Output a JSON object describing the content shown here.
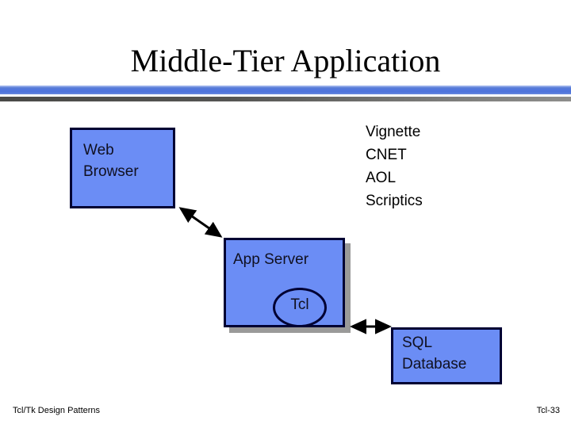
{
  "slide": {
    "title": "Middle-Tier Application",
    "footer_left": "Tcl/Tk Design Patterns",
    "footer_right": "Tcl-33"
  },
  "theme": {
    "shape_fill": "#6b8df5",
    "shape_border": "#000033",
    "shape_shadow": "#9a9a99",
    "rule_blue": "#5076dd",
    "rule_gray": "#5a5a58",
    "text_color": "#000000",
    "background": "#ffffff"
  },
  "diagram": {
    "nodes": [
      {
        "id": "web-browser",
        "label": "Web\nBrowser",
        "shape": "rectangle"
      },
      {
        "id": "app-server",
        "label": "App Server",
        "shape": "rectangle-shadowed"
      },
      {
        "id": "tcl",
        "label": "Tcl",
        "shape": "ellipse"
      },
      {
        "id": "sql-database",
        "label": "SQL\nDatabase",
        "shape": "rectangle"
      }
    ],
    "connectors": [
      {
        "id": "browser-appserver",
        "from": "web-browser",
        "to": "app-server",
        "style": "double-arrow"
      },
      {
        "id": "appserver-sql",
        "from": "app-server",
        "to": "sql-database",
        "style": "double-arrow"
      }
    ]
  },
  "service_list": {
    "items": [
      "Vignette",
      "CNET",
      "AOL",
      "Scriptics"
    ]
  }
}
